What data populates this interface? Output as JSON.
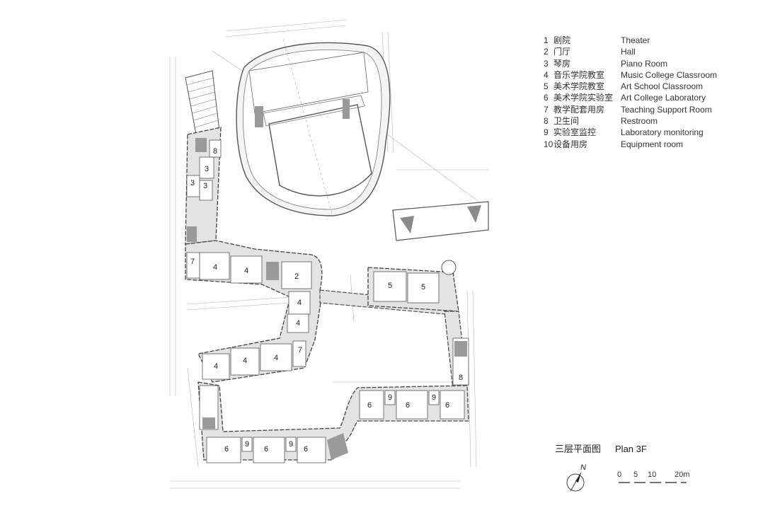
{
  "legend": [
    {
      "num": "1",
      "zh": "剧院",
      "en": "Theater"
    },
    {
      "num": "2",
      "zh": "门厅",
      "en": "Hall"
    },
    {
      "num": "3",
      "zh": "琴房",
      "en": "Piano Room"
    },
    {
      "num": "4",
      "zh": "音乐学院教室",
      "en": "Music College Classroom"
    },
    {
      "num": "5",
      "zh": "美术学院教室",
      "en": "Art School Classroom"
    },
    {
      "num": "6",
      "zh": "美术学院实验室",
      "en": "Art College Laboratory"
    },
    {
      "num": "7",
      "zh": "教学配套用房",
      "en": "Teaching Support Room"
    },
    {
      "num": "8",
      "zh": "卫生间",
      "en": "Restroom"
    },
    {
      "num": "9",
      "zh": "实验室监控",
      "en": "Laboratory monitoring"
    },
    {
      "num": "10",
      "zh": "设备用房",
      "en": "Equipment room"
    }
  ],
  "title": {
    "zh": "三层平面图",
    "en": "Plan 3F"
  },
  "scale": {
    "ticks": [
      "0",
      "5",
      "10",
      "20m"
    ]
  },
  "north": {
    "label": "N"
  },
  "room_labels": {
    "piano_a": "3",
    "piano_b": "3",
    "piano_c": "3",
    "restroom_top": "8",
    "support_a": "7",
    "music_a": "4",
    "music_b": "4",
    "hall": "2",
    "music_c": "4",
    "music_d": "4",
    "music_e": "4",
    "music_f": "4",
    "music_g": "4",
    "support_b": "7",
    "art_a": "5",
    "art_b": "5",
    "lab_a": "6",
    "lab_b": "6",
    "lab_c": "6",
    "mon_a": "9",
    "mon_b": "9",
    "restroom_right": "8",
    "lab_d": "6",
    "lab_e": "6",
    "lab_f": "6",
    "mon_c": "9",
    "mon_d": "9"
  },
  "colors": {
    "line": "#444444",
    "floor": "#e3e3e3",
    "stair": "#9a9a9a",
    "room": "#ffffff"
  }
}
